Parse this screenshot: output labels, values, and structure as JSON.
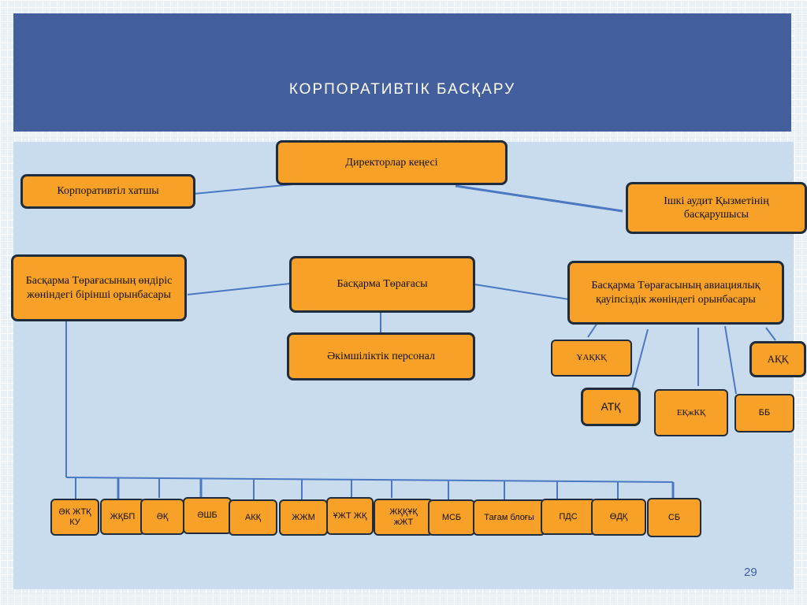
{
  "title": "КОРПОРАТИВТІК БАСҚАРУ",
  "page_number": "29",
  "nodes": {
    "board": "Директорлар кеңесі",
    "secretary": "Корпоративтіл хатшы",
    "audit": "Ішкі аудит Қызметінің басқарушысы",
    "chairman": "Басқарма Төрағасы",
    "deputy_production": "Басқарма Төрағасының өндіріс жөніндегі бірінші орынбасары",
    "deputy_aviation": "Басқарма Төрағасының авиациялық қауіпсіздік жөніндегі орынбасары",
    "admin": "Әкімшіліктік персонал",
    "uakkk": "ҰАҚКҚ",
    "akk_right": "АҚҚ",
    "atk": "АТҚ",
    "ekzhkk": "ЕҚжКҚ",
    "bb": "ББ"
  },
  "bottom_units": [
    "ӘК ЖТҚ КУ",
    "ЖҚБП",
    "ӘҚ",
    "ӘШБ",
    "АКҚ",
    "ЖЖМ",
    "ҰЖТ ЖҚ",
    "ЖҚҚҰҚ жЖТ",
    "МСБ",
    "Тағам блоғы",
    "ПДС",
    "ӨДҚ",
    "СБ"
  ]
}
